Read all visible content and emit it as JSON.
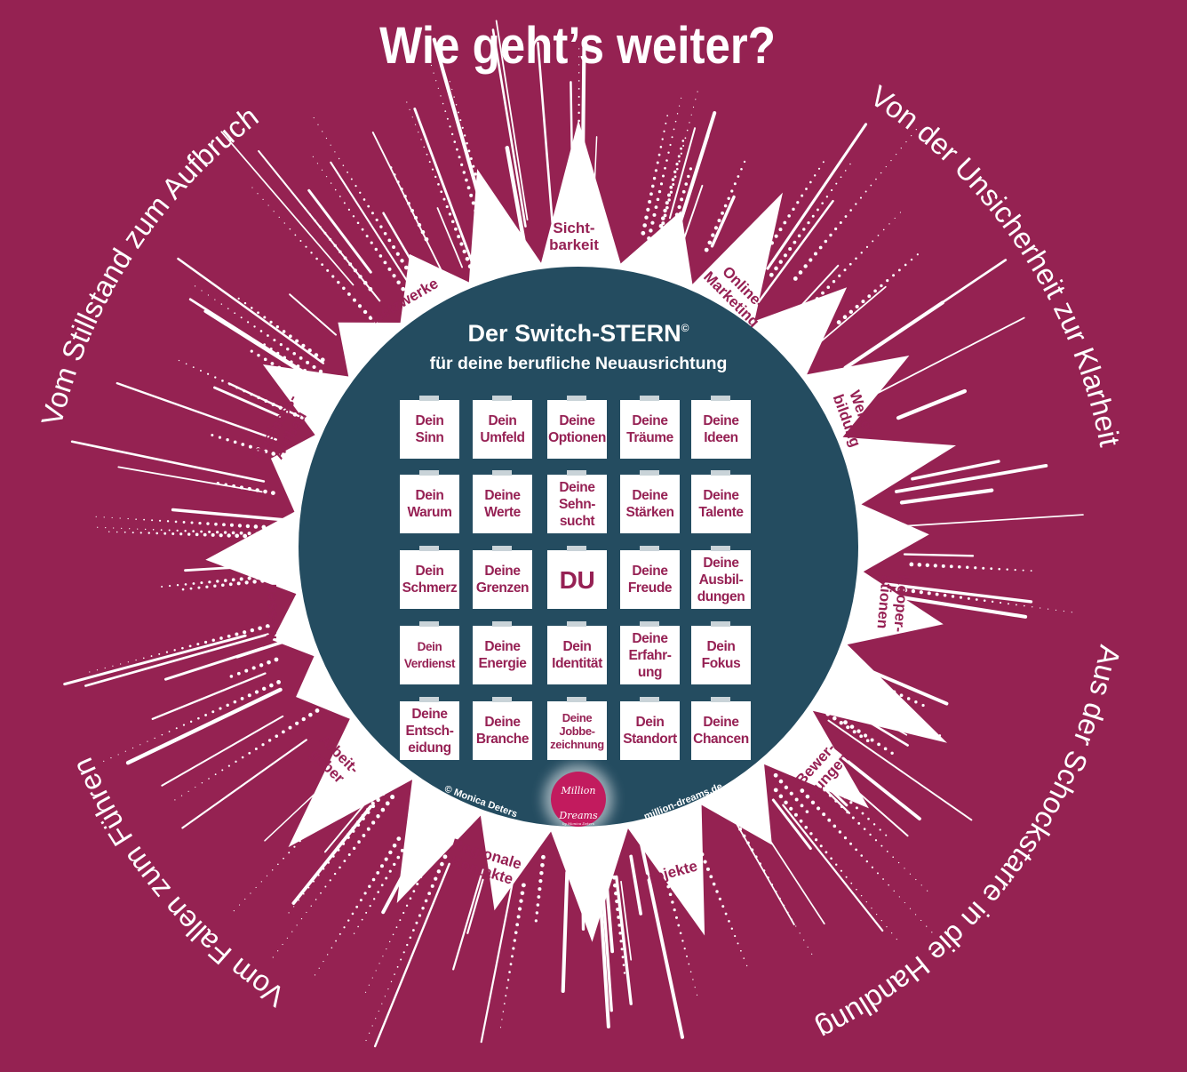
{
  "header": {
    "title": "Wie geht’s weiter?"
  },
  "arc_texts": [
    "Vom Stillstand zum Aufbruch",
    "Von der Unsicherheit zur Klarheit",
    "Aus der Schockstarre in die Handlung",
    "Vom Fallen zum Führen"
  ],
  "center": {
    "title": "Der Switch-STERN",
    "copyright_mark": "©",
    "subtitle": "für deine berufliche Neuausrichtung",
    "cards": [
      "Dein\nSinn",
      "Dein\nUmfeld",
      "Deine\nOptionen",
      "Deine\nTräume",
      "Deine\nIdeen",
      "Dein\nWarum",
      "Deine\nWerte",
      "Deine\nSehn-\nsucht",
      "Deine\nStärken",
      "Deine\nTalente",
      "Dein\nSchmerz",
      "Deine\nGrenzen",
      "DU",
      "Deine\nFreude",
      "Deine\nAusbil-\ndungen",
      "Dein\nVerdienst",
      "Deine\nEnergie",
      "Dein\nIdentität",
      "Deine\nErfahr-\nung",
      "Dein\nFokus",
      "Deine\nEntsch-\neidung",
      "Deine\nBranche",
      "Deine\nJobbe-\nzeichnung",
      "Dein\nStandort",
      "Deine\nChancen"
    ],
    "credit_left": "© Monica Deters",
    "credit_right": "million-dreams.de",
    "logo": {
      "line1": "Million",
      "line2": "Dreams",
      "line3": "by Monica Deters"
    }
  },
  "star_points": [
    "Sicht-\nbarkeit",
    "Online-\nMarketing",
    "Weiter-\nbildung",
    "Kooper-\nationen",
    "Bewer-\nbungen",
    "Projekte",
    "Regionale\nKontakte",
    "Arbeit-\ngeber",
    "Messen",
    "Business-\nAufbau",
    "Netzwerke"
  ],
  "colors": {
    "background": "#952252",
    "disc": "#244c60",
    "accent_text": "#962154",
    "logo": "#c21b5e"
  }
}
